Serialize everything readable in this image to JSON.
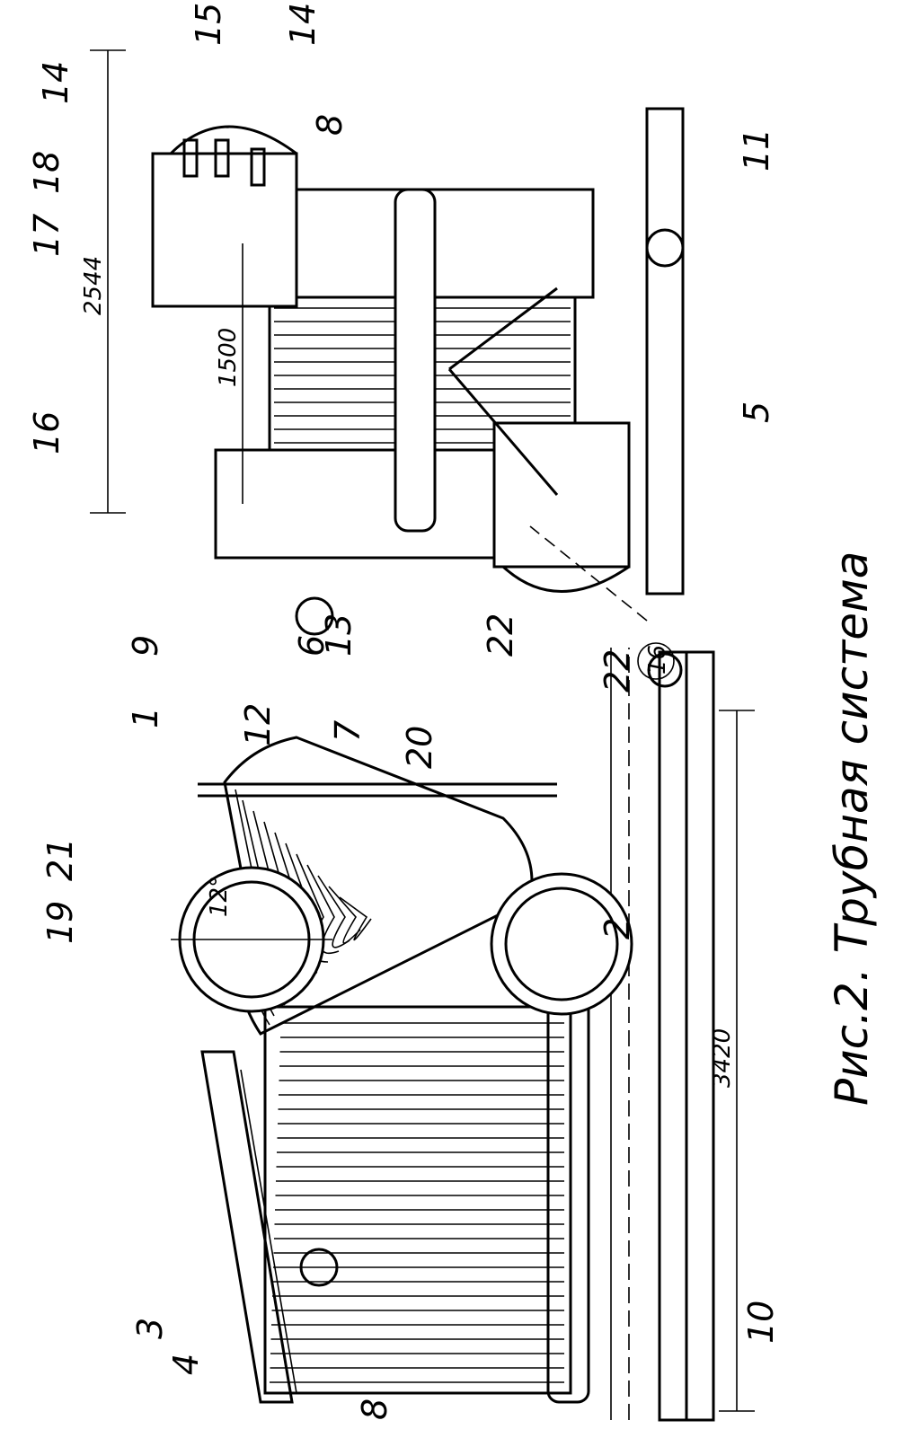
{
  "figure": {
    "caption": "Рис.2. Трубная система",
    "page_mark": "16",
    "crossed_mark": "22"
  },
  "dimensions": {
    "overall_width": "2544",
    "drum_spacing": "1500",
    "overall_length": "3420",
    "angle": "12°"
  },
  "callouts": [
    "1",
    "2",
    "3",
    "4",
    "5",
    "6",
    "7",
    "8",
    "9",
    "10",
    "11",
    "12",
    "13",
    "14",
    "15",
    "16",
    "17",
    "18",
    "19",
    "20",
    "21",
    "22"
  ]
}
